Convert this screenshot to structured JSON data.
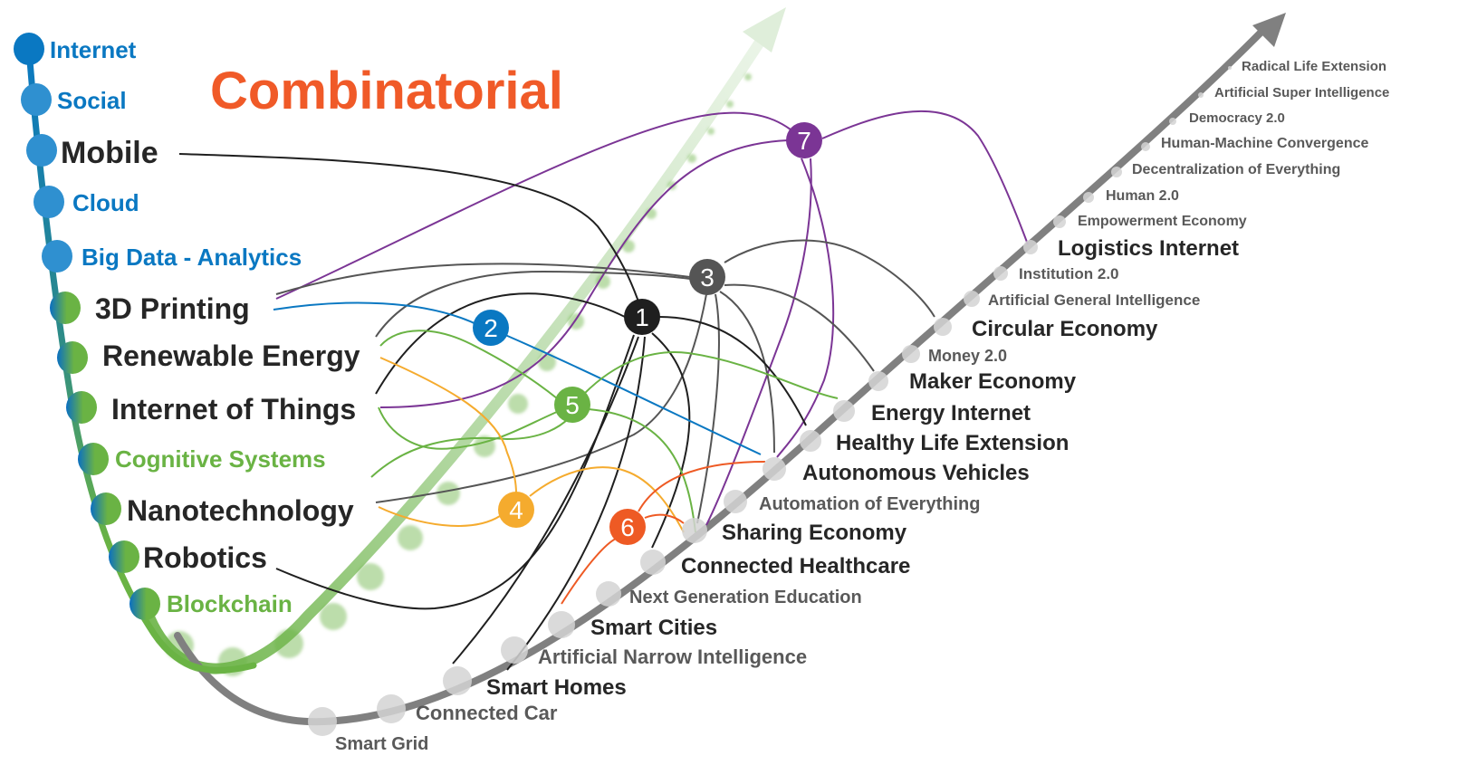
{
  "title": "Combinatorial",
  "colors": {
    "title": "#f05a28",
    "blue": "#0a78c2",
    "green": "#6ab344",
    "dark_text": "#262626",
    "gray_text": "#595959",
    "gray_curve": "#808080",
    "node_gray": "#d4d4d4",
    "black_line": "#1f1f1f",
    "dark_gray_line": "#555555",
    "purple": "#7b3595",
    "orange": "#f5ab2e",
    "red_orange": "#ee5a24",
    "light_green_arrow": "#c9e2bf"
  },
  "left_curve_technologies": [
    {
      "label": "Internet",
      "style": "blue"
    },
    {
      "label": "Social",
      "style": "blue"
    },
    {
      "label": "Mobile",
      "style": "dark"
    },
    {
      "label": "Cloud",
      "style": "blue"
    },
    {
      "label": "Big Data - Analytics",
      "style": "blue"
    },
    {
      "label": "3D Printing",
      "style": "dark"
    },
    {
      "label": "Renewable Energy",
      "style": "dark"
    },
    {
      "label": "Internet of Things",
      "style": "dark"
    },
    {
      "label": "Cognitive Systems",
      "style": "green"
    },
    {
      "label": "Nanotechnology",
      "style": "dark"
    },
    {
      "label": "Robotics",
      "style": "dark"
    },
    {
      "label": "Blockchain",
      "style": "green"
    }
  ],
  "right_curve_outcomes": [
    {
      "label": "Smart Grid",
      "style": "gray"
    },
    {
      "label": "Connected Car",
      "style": "gray"
    },
    {
      "label": "Smart Homes",
      "style": "dark"
    },
    {
      "label": "Artificial Narrow Intelligence",
      "style": "gray"
    },
    {
      "label": "Smart Cities",
      "style": "dark"
    },
    {
      "label": "Next Generation Education",
      "style": "gray"
    },
    {
      "label": "Connected Healthcare",
      "style": "dark"
    },
    {
      "label": "Sharing Economy",
      "style": "dark"
    },
    {
      "label": "Automation of Everything",
      "style": "gray"
    },
    {
      "label": "Autonomous Vehicles",
      "style": "dark"
    },
    {
      "label": "Healthy Life Extension",
      "style": "dark"
    },
    {
      "label": "Energy Internet",
      "style": "dark"
    },
    {
      "label": "Maker Economy",
      "style": "dark"
    },
    {
      "label": "Money 2.0",
      "style": "gray"
    },
    {
      "label": "Circular Economy",
      "style": "dark"
    },
    {
      "label": "Artificial General Intelligence",
      "style": "gray"
    },
    {
      "label": "Institution 2.0",
      "style": "gray"
    },
    {
      "label": "Logistics Internet",
      "style": "dark"
    },
    {
      "label": "Empowerment  Economy",
      "style": "graysmall"
    },
    {
      "label": "Human 2.0",
      "style": "graysmall"
    },
    {
      "label": "Decentralization of Everything",
      "style": "graysmall"
    },
    {
      "label": "Human-Machine  Convergence",
      "style": "graysmall"
    },
    {
      "label": "Democracy 2.0",
      "style": "graysmall"
    },
    {
      "label": "Artificial Super Intelligence",
      "style": "graysmall"
    },
    {
      "label": "Radical  Life Extension",
      "style": "graysmall"
    }
  ],
  "combination_nodes": [
    {
      "id": "1",
      "label": "1",
      "color": "#1f1f1f"
    },
    {
      "id": "2",
      "label": "2",
      "color": "#0a78c2"
    },
    {
      "id": "3",
      "label": "3",
      "color": "#555555"
    },
    {
      "id": "4",
      "label": "4",
      "color": "#f5ab2e"
    },
    {
      "id": "5",
      "label": "5",
      "color": "#6ab344"
    },
    {
      "id": "6",
      "label": "6",
      "color": "#ee5a24"
    },
    {
      "id": "7",
      "label": "7",
      "color": "#7b3595"
    }
  ],
  "connections": [
    {
      "node": "1",
      "from": "Mobile",
      "to": "Energy Internet"
    },
    {
      "node": "1",
      "from": "Internet of Things",
      "to": "Smart Homes"
    },
    {
      "node": "1",
      "from": "Robotics",
      "to": "Connected Healthcare"
    },
    {
      "node": "2",
      "from": "3D Printing",
      "to": "Autonomous Vehicles"
    },
    {
      "node": "3",
      "from": "Renewable Energy",
      "to": "Circular Economy"
    },
    {
      "node": "3",
      "from": "3D Printing",
      "to": "Maker Economy"
    },
    {
      "node": "3",
      "from": "Nanotechnology",
      "to": "Sharing Economy"
    },
    {
      "node": "4",
      "from": "Renewable Energy",
      "to": "Sharing Economy"
    },
    {
      "node": "4",
      "from": "Nanotechnology",
      "to": "Sharing Economy"
    },
    {
      "node": "5",
      "from": "Renewable Energy",
      "to": "Energy Internet"
    },
    {
      "node": "5",
      "from": "Internet of Things",
      "to": "Sharing Economy"
    },
    {
      "node": "5",
      "from": "Nanotechnology",
      "to": "Sharing Economy"
    },
    {
      "node": "6",
      "from": "Smart Cities",
      "to": "Autonomous Vehicles"
    },
    {
      "node": "6",
      "from": "Smart Cities",
      "to": "Sharing Economy"
    },
    {
      "node": "7",
      "from": "3D Printing",
      "to": "Logistics Internet"
    },
    {
      "node": "7",
      "from": "Internet of Things",
      "to": "Autonomous Vehicles"
    },
    {
      "node": "7",
      "from": "Internet of Things",
      "to": "Sharing Economy"
    }
  ]
}
